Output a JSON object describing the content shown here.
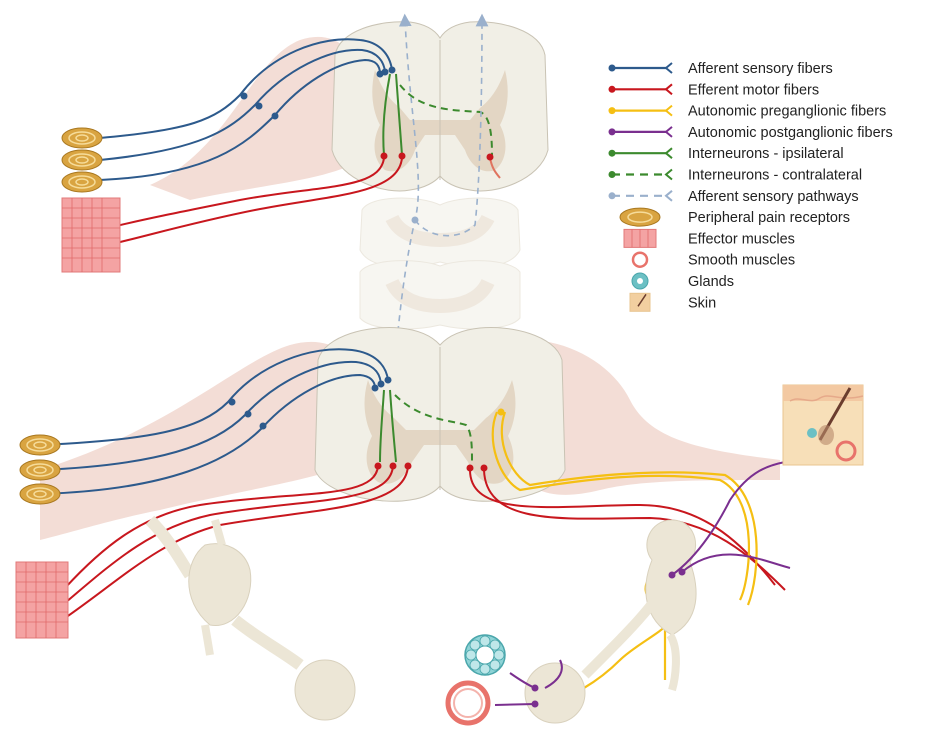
{
  "legend": {
    "items": [
      {
        "label": "Afferent sensory fibers",
        "icon": "line-fiber-icon",
        "color": "#2d5a8c",
        "style": "solid"
      },
      {
        "label": "Efferent motor fibers",
        "icon": "line-fiber-icon",
        "color": "#c8171e",
        "style": "solid"
      },
      {
        "label": "Autonomic preganglionic fibers",
        "icon": "line-fiber-icon",
        "color": "#f5bf13",
        "style": "solid"
      },
      {
        "label": "Autonomic postganglionic fibers",
        "icon": "line-fiber-icon",
        "color": "#7a2f8f",
        "style": "solid"
      },
      {
        "label": "Interneurons - ipsilateral",
        "icon": "line-fiber-icon",
        "color": "#3c8a2e",
        "style": "solid"
      },
      {
        "label": "Interneurons - contralateral",
        "icon": "line-fiber-icon",
        "color": "#3c8a2e",
        "style": "dashed"
      },
      {
        "label": "Afferent sensory pathways",
        "icon": "line-fiber-icon",
        "color": "#9ab0cc",
        "style": "dashed"
      },
      {
        "label": "Peripheral pain receptors",
        "icon": "pain-receptor-icon",
        "color": "#d9a441"
      },
      {
        "label": "Effector muscles",
        "icon": "effector-muscle-icon",
        "color": "#f08a8a"
      },
      {
        "label": "Smooth muscles",
        "icon": "smooth-muscle-icon",
        "color": "#e8736b"
      },
      {
        "label": "Glands",
        "icon": "gland-icon",
        "color": "#6cc0c4"
      },
      {
        "label": "Skin",
        "icon": "skin-icon",
        "color": "#f2cfa0"
      }
    ]
  },
  "colors": {
    "cord_white_matter": "#f1efe6",
    "cord_gray_matter": "#e3d6c4",
    "tissue_outline": "#c9c3b4",
    "nerve_root_pink": "#f3ddd6",
    "ganglion_beige": "#ece6d6",
    "afferent": "#2d5a8c",
    "efferent": "#c8171e",
    "preganglionic": "#f5bf13",
    "postganglionic": "#7a2f8f",
    "interneuron": "#3c8a2e",
    "pathway": "#9ab0cc"
  }
}
